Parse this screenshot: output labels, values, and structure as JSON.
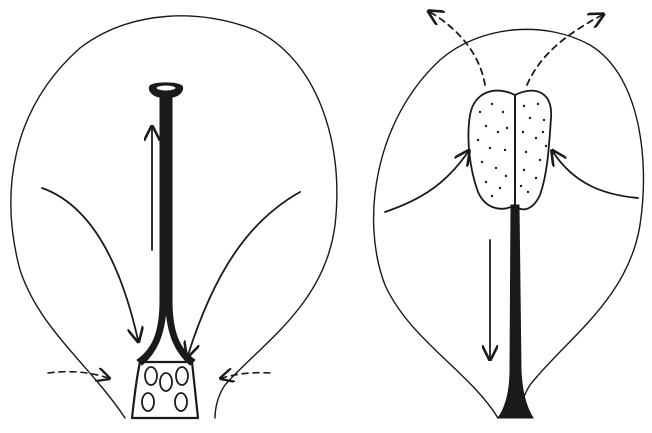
{
  "figure": {
    "panels": [
      {
        "id": "left",
        "structures": [
          "flower-outline",
          "style-column",
          "stigma",
          "ovary",
          "ovules"
        ],
        "arrows": [
          "pollen-tube-upward",
          "incoming-left",
          "incoming-right",
          "dashed-left",
          "dashed-right"
        ]
      },
      {
        "id": "right",
        "structures": [
          "flower-outline",
          "anther",
          "filament"
        ],
        "arrows": [
          "release-left",
          "release-right",
          "incoming-left",
          "incoming-right",
          "filament-downward"
        ]
      }
    ],
    "colors": {
      "ink": "#1a1a1a",
      "background": "#ffffff",
      "stipple": "#1a1a1a"
    }
  }
}
